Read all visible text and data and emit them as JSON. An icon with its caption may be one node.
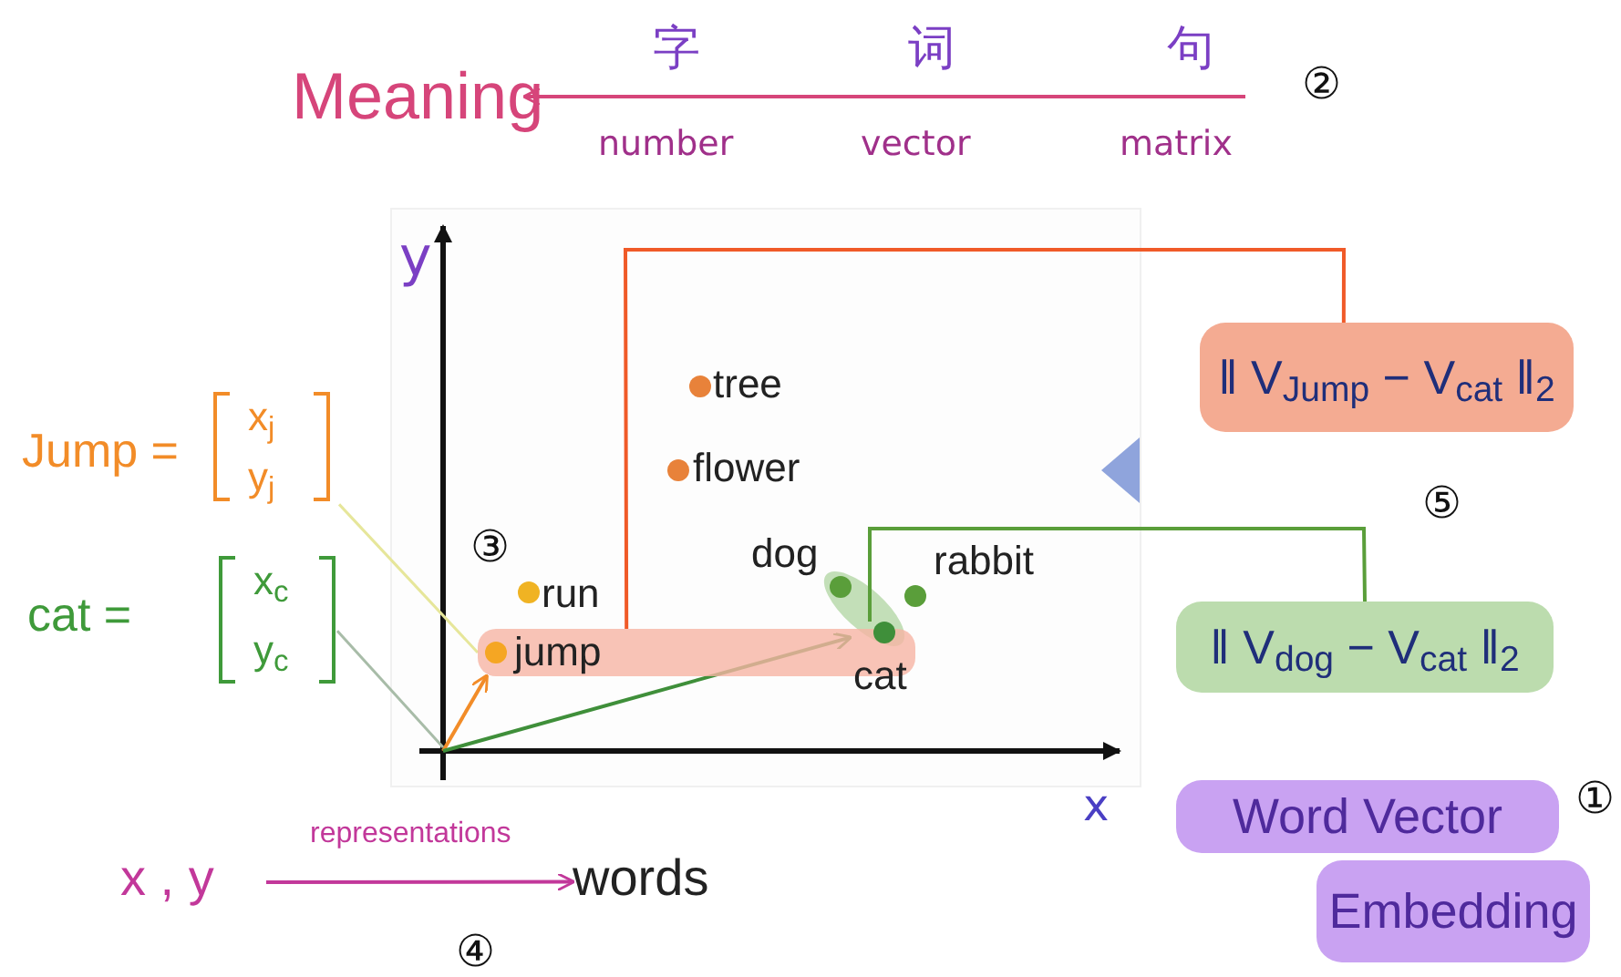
{
  "diagram": {
    "nodes": [
      {
        "text": [
          "Meaning"
        ]
      },
      {
        "text": [
          "tree"
        ]
      },
      {
        "text": [
          "flower"
        ]
      },
      {
        "text": [
          "dog"
        ]
      },
      {
        "text": [
          "rabbit"
        ]
      },
      {
        "text": [
          "run"
        ]
      },
      {
        "text": [
          "jump"
        ]
      },
      {
        "text": [
          "cat"
        ]
      },
      {
        "text": [
          "‖ V$_{Jump}$ − V$_{cat}$ ‖$_{2}$"
        ]
      },
      {
        "text": [
          "‖ V$_{dog}$ − V$_{cat}$ ‖$_{2}$"
        ]
      },
      {
        "text": [
          "Word Vector"
        ]
      },
      {
        "text": [
          "Embedding"
        ]
      },
      {
        "text": [
          "Jump =",
          "x$_{j}$",
          "y$_{j}$"
        ]
      },
      {
        "text": [
          "cat =",
          "x$_{c}$",
          "y$_{c}$"
        ]
      },
      {
        "text": [
          "x , y"
        ]
      },
      {
        "text": [
          "words"
        ]
      }
    ],
    "edges": [
      {
        "from": null,
        "to": 0,
        "arrow": "to",
        "color": "#d6457a"
      },
      {
        "from": 6,
        "to": 8,
        "arrow": "none",
        "color": "#f05a28"
      },
      {
        "from": 7,
        "to": 9,
        "arrow": "none",
        "color": "#5a9e3a"
      },
      {
        "from": null,
        "to": 6,
        "arrow": "to",
        "color": "#f28c28"
      },
      {
        "from": null,
        "to": 7,
        "arrow": "to",
        "color": "#3f8f3a"
      },
      {
        "from": 12,
        "to": 6,
        "arrow": "none",
        "color": "#e6e69a"
      },
      {
        "from": 13,
        "to": null,
        "arrow": "none",
        "color": "#a8bca8"
      },
      {
        "from": 14,
        "to": 15,
        "arrow": "to",
        "label": "representations",
        "color": "#c2389a"
      }
    ],
    "labels": [
      "字",
      "词",
      "句",
      "②",
      "number",
      "vector",
      "matrix",
      "y",
      "⑤",
      "③",
      "x",
      "①",
      "④"
    ]
  }
}
